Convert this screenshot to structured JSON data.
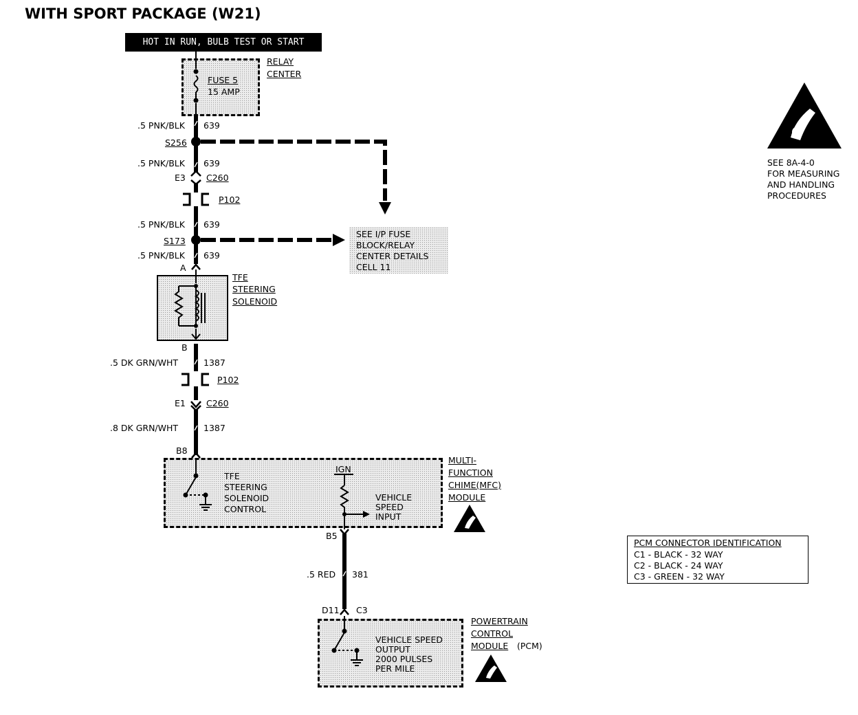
{
  "title": "WITH SPORT PACKAGE (W21)",
  "power_source": "HOT IN RUN, BULB TEST OR START",
  "relay_center": {
    "line1": "RELAY",
    "line2": "CENTER",
    "fuse": "FUSE 5",
    "amp": "15 AMP"
  },
  "wires": {
    "w1": {
      "gauge": ".5 PNK/BLK",
      "circuit": "639"
    },
    "w2": {
      "gauge": ".5 PNK/BLK",
      "circuit": "639"
    },
    "w3": {
      "gauge": ".5 PNK/BLK",
      "circuit": "639"
    },
    "w4": {
      "gauge": ".5 PNK/BLK",
      "circuit": "639"
    },
    "w5": {
      "gauge": ".5 DK GRN/WHT",
      "circuit": "1387"
    },
    "w6": {
      "gauge": ".8 DK GRN/WHT",
      "circuit": "1387"
    },
    "w7": {
      "gauge": ".5 RED",
      "circuit": "381"
    }
  },
  "splices": {
    "s256": "S256",
    "s173": "S173"
  },
  "connectors": {
    "e3": "E3",
    "c260_a": "C260",
    "p102_a": "P102",
    "pin_a": "A",
    "pin_b": "B",
    "p102_b": "P102",
    "e1": "E1",
    "c260_b": "C260",
    "b8": "B8",
    "b5": "B5",
    "d11": "D11",
    "c3": "C3"
  },
  "fuse_ref": {
    "line1": "SEE I/P FUSE",
    "line2": "BLOCK/RELAY",
    "line3": "CENTER DETAILS",
    "line4": "CELL 11"
  },
  "solenoid": {
    "line1": "TFE",
    "line2": "STEERING",
    "line3": "SOLENOID"
  },
  "mfc": {
    "line1": "MULTI-",
    "line2": "FUNCTION",
    "line3": "CHIME(MFC)",
    "line4": "MODULE",
    "ctrl1": "TFE",
    "ctrl2": "STEERING",
    "ctrl3": "SOLENOID",
    "ctrl4": "CONTROL",
    "ign": "IGN",
    "vsi1": "VEHICLE",
    "vsi2": "SPEED",
    "vsi3": "INPUT"
  },
  "pcm": {
    "line1": "POWERTRAIN",
    "line2": "CONTROL",
    "line3": "MODULE",
    "line3b": "(PCM)",
    "out1": "VEHICLE SPEED",
    "out2": "OUTPUT",
    "out3": "2000 PULSES",
    "out4": "PER MILE"
  },
  "esd_note": {
    "line1": "SEE 8A-4-0",
    "line2": "FOR MEASURING",
    "line3": "AND HANDLING",
    "line4": "PROCEDURES"
  },
  "pcm_connector_id": {
    "header": "PCM CONNECTOR IDENTIFICATION",
    "rows": [
      "C1 - BLACK - 32 WAY",
      "C2 - BLACK - 24 WAY",
      "C3 - GREEN - 32 WAY"
    ]
  }
}
